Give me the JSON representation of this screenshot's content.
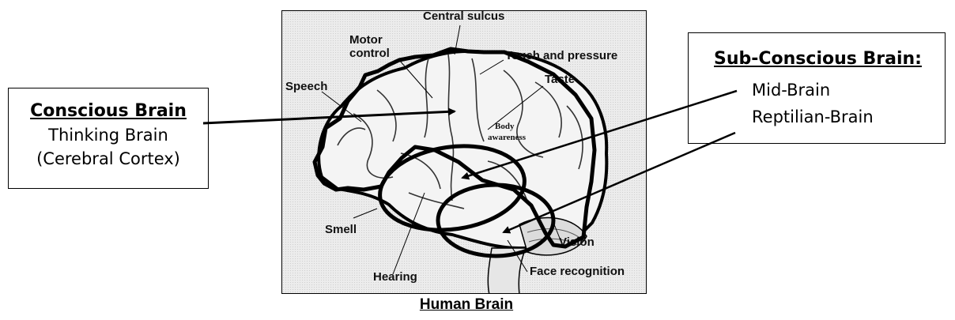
{
  "conscious_box": {
    "heading": "Conscious Brain",
    "line1": "Thinking Brain",
    "line2": "(Cerebral Cortex)"
  },
  "subconscious_box": {
    "heading": "Sub-Conscious Brain:",
    "line1": "Mid-Brain",
    "line2": "Reptilian-Brain"
  },
  "brain_labels": {
    "central_sulcus": "Central sulcus",
    "motor_control_1": "Motor",
    "motor_control_2": "control",
    "touch_pressure": "Touch and pressure",
    "taste": "Taste",
    "speech": "Speech",
    "body_awareness_1": "Body",
    "body_awareness_2": "awareness",
    "smell": "Smell",
    "vision": "Vision",
    "hearing": "Hearing",
    "face_recognition": "Face recognition"
  },
  "caption": "Human Brain"
}
